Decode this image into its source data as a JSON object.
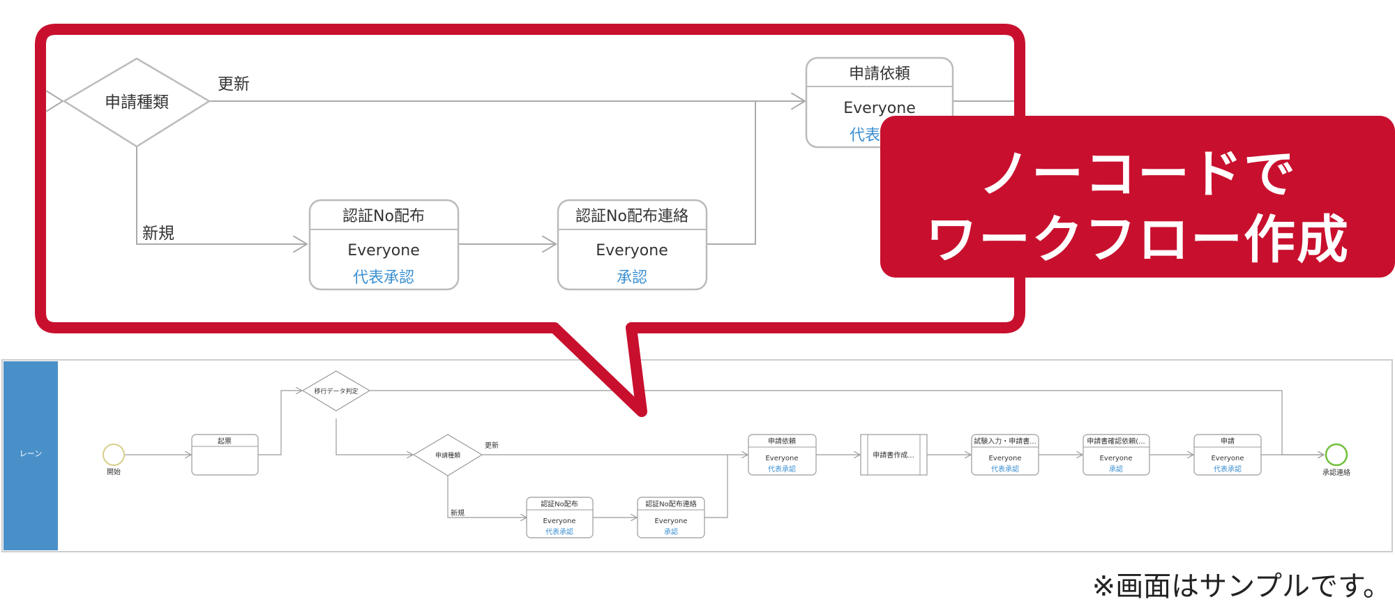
{
  "zoom": {
    "decision": "申請種類",
    "branch_update": "更新",
    "branch_new": "新規",
    "request_node": {
      "title": "申請依頼",
      "assignee": "Everyone",
      "approval": "代表"
    },
    "cert_node": {
      "title": "認証No配布",
      "assignee": "Everyone",
      "approval": "代表承認"
    },
    "cert_contact_node": {
      "title": "認証No配布連絡",
      "assignee": "Everyone",
      "approval": "承認"
    }
  },
  "banner": {
    "line1": "ノーコードで",
    "line2": "ワークフロー作成"
  },
  "lane": {
    "label": "レーン"
  },
  "flow": {
    "start_label": "開始",
    "draft": "起票",
    "migration_decision": "移行データ判定",
    "type_decision": "申請種類",
    "branch_update": "更新",
    "branch_new": "新規",
    "cert_node": {
      "title": "認証No配布",
      "assignee": "Everyone",
      "approval": "代表承認"
    },
    "cert_contact_node": {
      "title": "認証No配布連絡",
      "assignee": "Everyone",
      "approval": "承認"
    },
    "request_node": {
      "title": "申請依頼",
      "assignee": "Everyone",
      "approval": "代表承認"
    },
    "doc_create_node": {
      "title": "申請書作成..."
    },
    "test_input_node": {
      "title": "試験入力・申請書...",
      "assignee": "Everyone",
      "approval": "代表承認"
    },
    "doc_confirm_node": {
      "title": "申請書確認依頼(...",
      "assignee": "Everyone",
      "approval": "承認"
    },
    "apply_node": {
      "title": "申請",
      "assignee": "Everyone",
      "approval": "代表承認"
    },
    "end_label": "承認連絡"
  },
  "note": "※画面はサンプルです。",
  "colors": {
    "accent_red": "#c8102e",
    "lane_blue": "#4a90c8",
    "link_blue": "#3b8fd1",
    "end_green": "#6fbf3a",
    "start_yellow": "#e6e0a0"
  }
}
